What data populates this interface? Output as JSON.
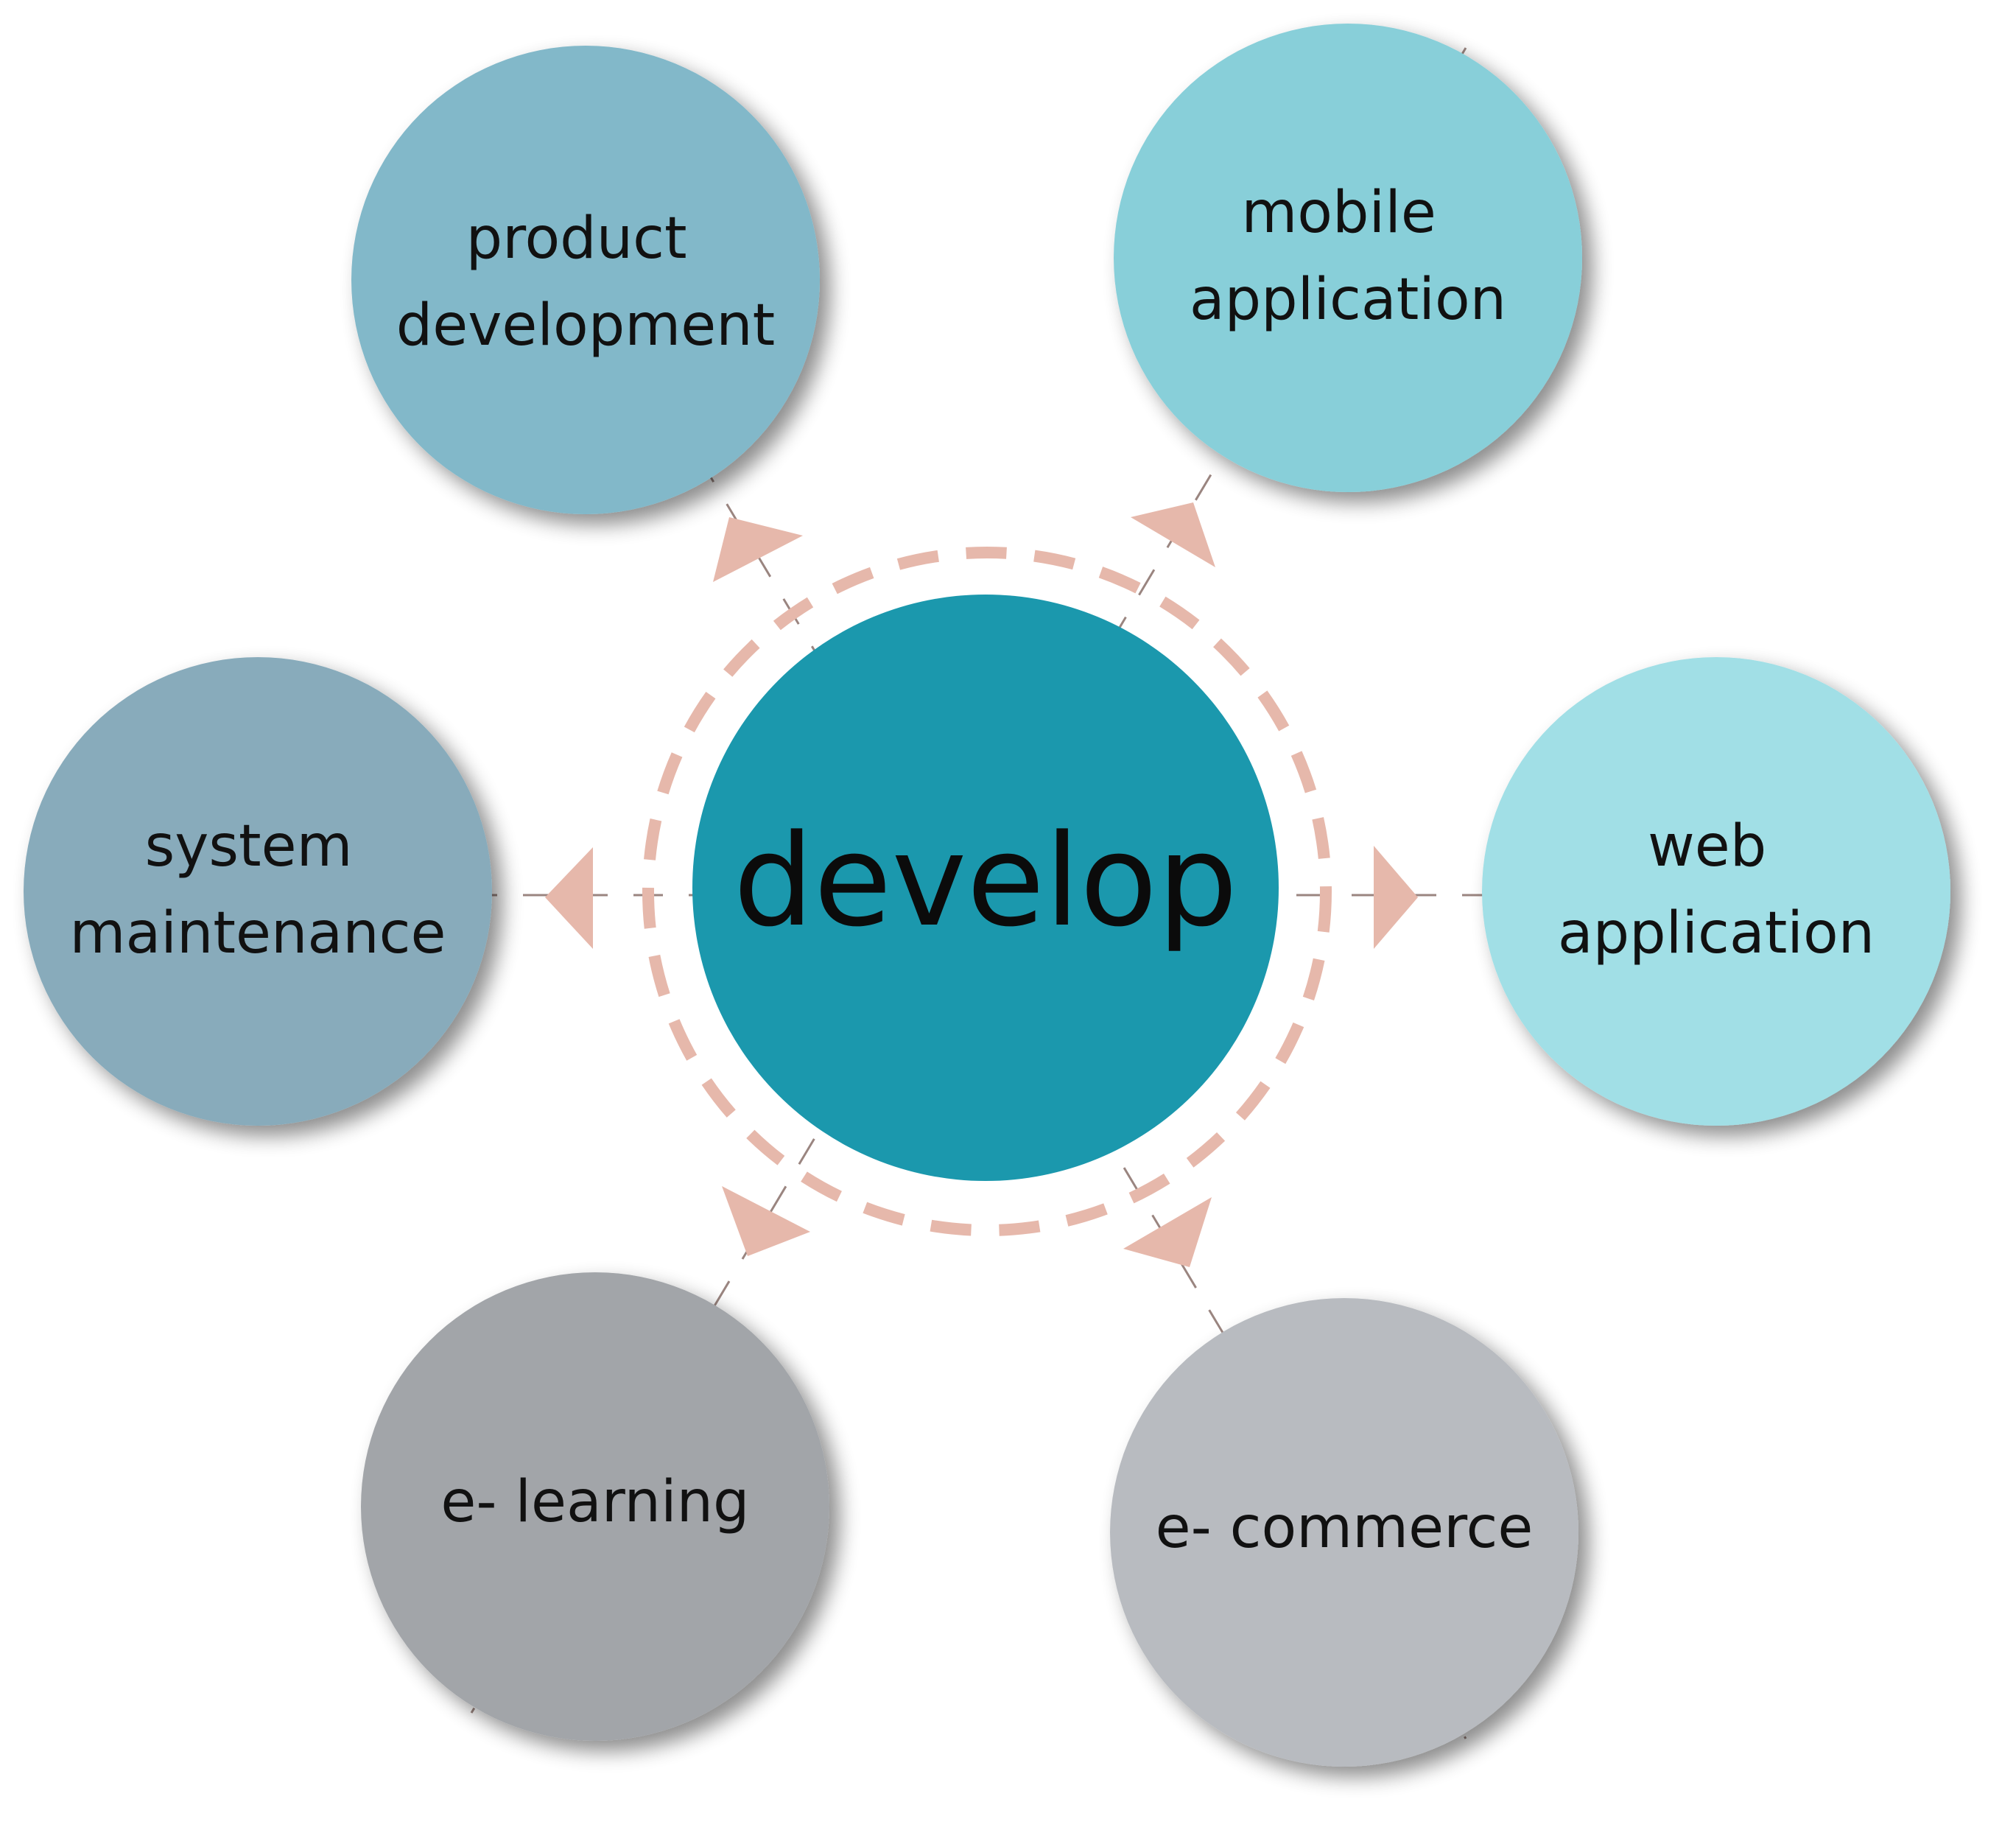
{
  "center": {
    "label": "develop",
    "color": "#1b98ad"
  },
  "nodes": [
    {
      "id": "product-development",
      "lines": [
        "product",
        "development"
      ],
      "color": "#82b8c9"
    },
    {
      "id": "mobile-application",
      "lines": [
        "mobile",
        "application"
      ],
      "color": "#88cfd9"
    },
    {
      "id": "web-application",
      "lines": [
        "web",
        "application"
      ],
      "color": "#a1dfe6"
    },
    {
      "id": "e-commerce",
      "lines": [
        "e- commerce"
      ],
      "color": "#b8bbc0"
    },
    {
      "id": "e-learning",
      "lines": [
        "e- learning"
      ],
      "color": "#a2a5a9"
    },
    {
      "id": "system-maintenance",
      "lines": [
        "system",
        "maintenance"
      ],
      "color": "#88abbb"
    }
  ],
  "connector_color": "#e6b8ab",
  "guide_line_color": "#9a8580"
}
